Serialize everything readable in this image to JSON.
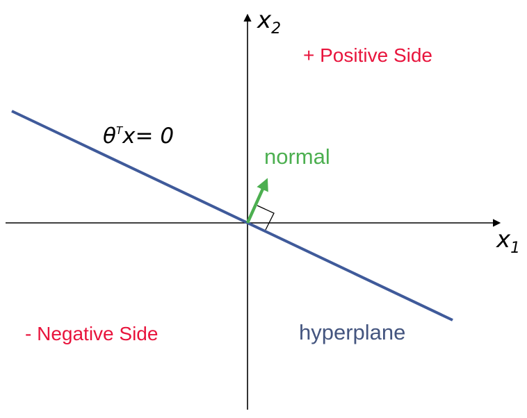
{
  "axes": {
    "x_label": "x",
    "x_subscript": "1",
    "y_label": "x",
    "y_subscript": "2"
  },
  "regions": {
    "positive": "+ Positive Side",
    "negative": "- Negative Side"
  },
  "equation": {
    "theta": "θ",
    "superscript": "T",
    "rest": "x= 0"
  },
  "normal_label": "normal",
  "hyperplane_label": "hyperplane",
  "colors": {
    "axis": "#000000",
    "hyperplane": "#3f5a9a",
    "normal": "#4caf50",
    "region_text": "#e8143c",
    "hyperplane_text": "#44557f"
  }
}
